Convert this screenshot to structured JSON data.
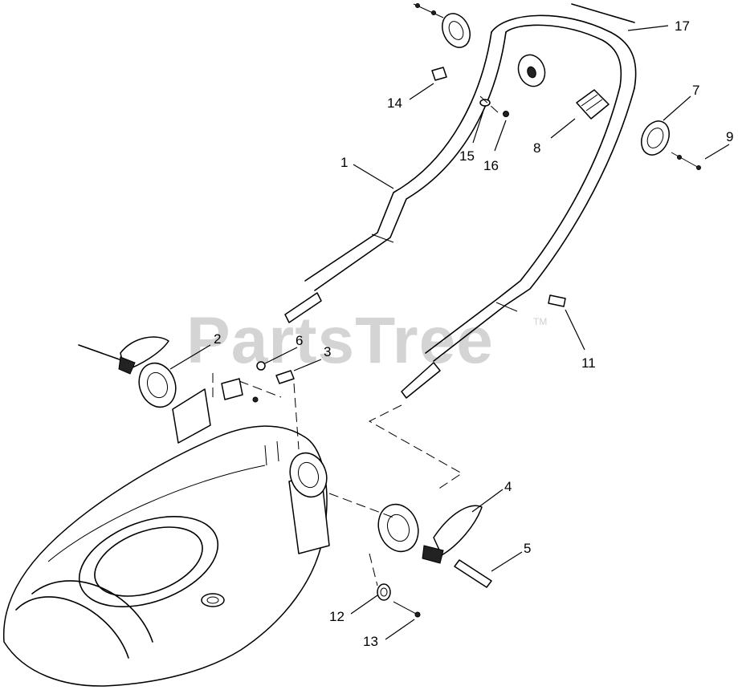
{
  "watermark": {
    "text": "PartsTree",
    "trademark": "TM"
  },
  "callouts": [
    "1",
    "2",
    "3",
    "4",
    "5",
    "6",
    "7",
    "8",
    "9",
    "11",
    "12",
    "13",
    "14",
    "15",
    "16",
    "17"
  ]
}
